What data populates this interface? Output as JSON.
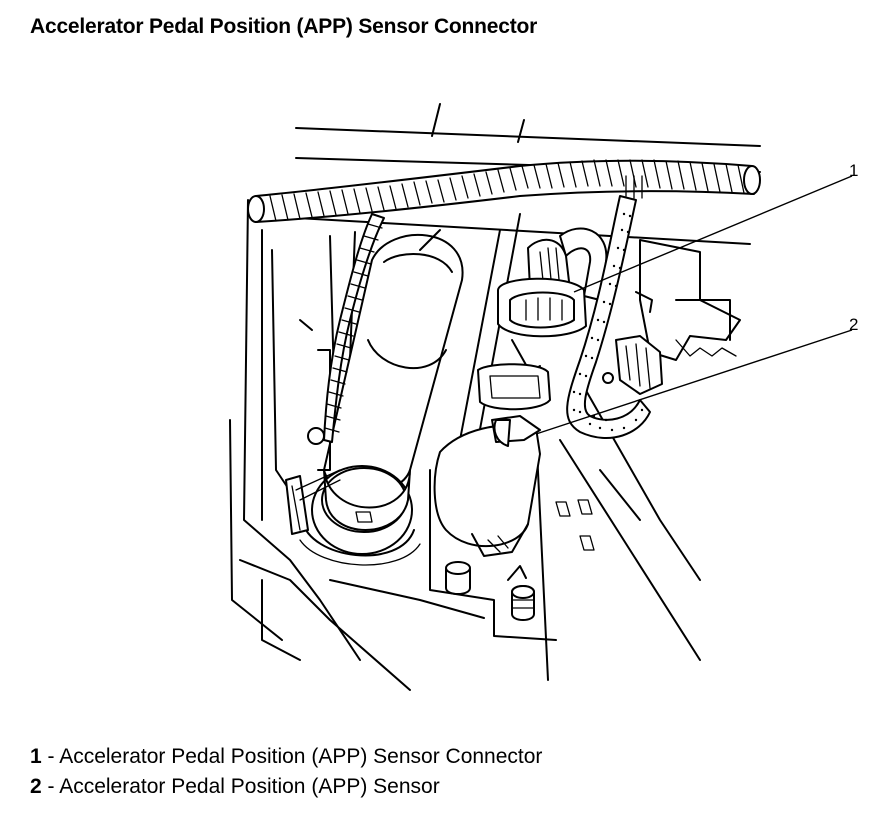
{
  "title": "Accelerator Pedal Position (APP) Sensor Connector",
  "callouts": [
    {
      "number": "1"
    },
    {
      "number": "2"
    }
  ],
  "legend": [
    {
      "number": "1",
      "text": " - Accelerator Pedal Position (APP) Sensor Connector"
    },
    {
      "number": "2",
      "text": " - Accelerator Pedal Position (APP) Sensor"
    }
  ]
}
